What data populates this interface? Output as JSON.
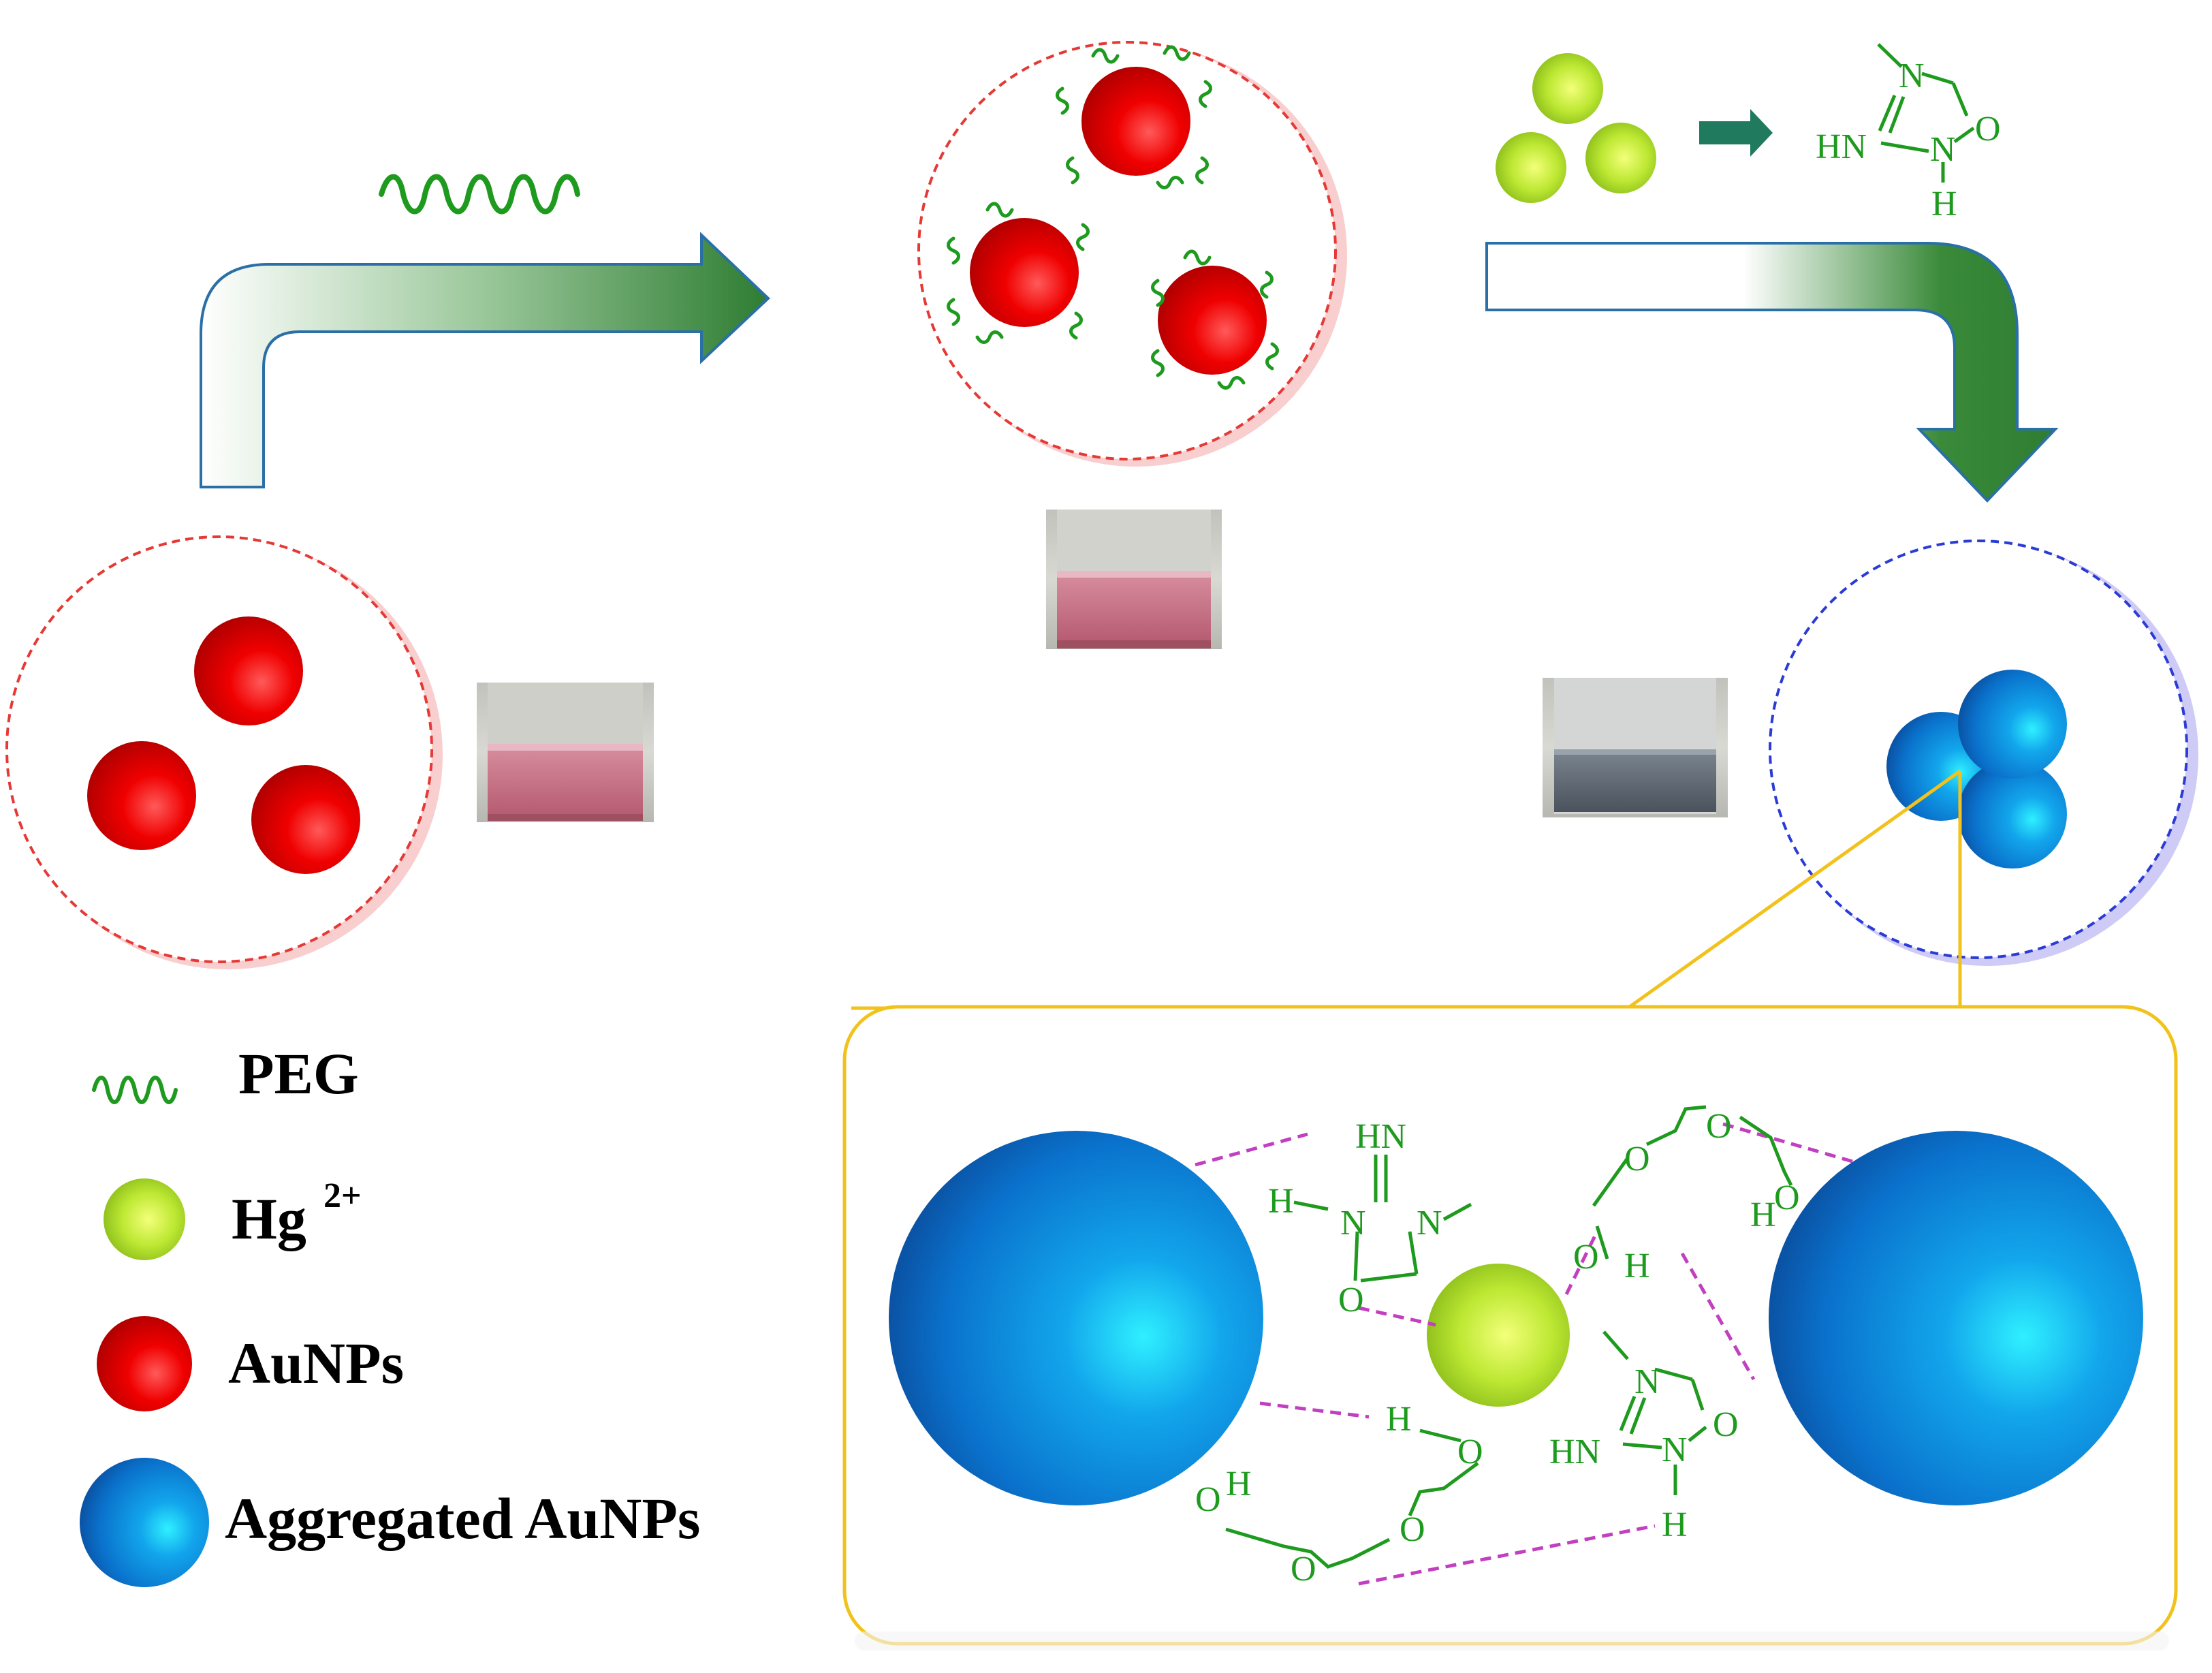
{
  "colors": {
    "peg_green": "#1e9a1e",
    "arrow_green": "#2e7d32",
    "auNP_red": "#e80000",
    "aggregated_blue": "#0a7fd8",
    "hg_green": "#b6e62a",
    "dashed_red": "#e53935",
    "dashed_blue": "#2a3bd6",
    "inset_frame": "#f2c21c",
    "hbond": "#c23fc0"
  },
  "icons": [
    "peg-wave-icon",
    "hg-ion-sphere-icon",
    "red-auNP-sphere-icon",
    "blue-auNP-sphere-icon",
    "vial-photo-icon"
  ],
  "legend": [
    {
      "label": "PEG",
      "icon": "peg-wave-icon"
    },
    {
      "label": "Hg",
      "sup": "2+",
      "icon": "hg-ion-sphere-icon"
    },
    {
      "label": "AuNPs",
      "icon": "red-auNP-sphere-icon"
    },
    {
      "label": "Aggregated AuNPs",
      "icon": "blue-auNP-sphere-icon"
    }
  ],
  "creatinine_top": {
    "hn": "HN",
    "n1": "N",
    "n2": "N",
    "h": "H",
    "o": "O"
  },
  "inset": {
    "creat_a": {
      "hn": "HN",
      "h": "H",
      "n1": "N",
      "n2": "N",
      "o": "O"
    },
    "creat_b": {
      "n1": "N",
      "hn": "HN",
      "n2": "N",
      "o": "O",
      "h": "H"
    },
    "peg_a": {
      "o1": "O",
      "o2": "O",
      "o3": "O",
      "oh_o": "O",
      "oh_h": "H",
      "h": "H"
    },
    "peg_b": {
      "h": "H",
      "o1": "O",
      "oh_o": "O",
      "oh_h": "H",
      "o2": "O",
      "o3": "O"
    }
  }
}
